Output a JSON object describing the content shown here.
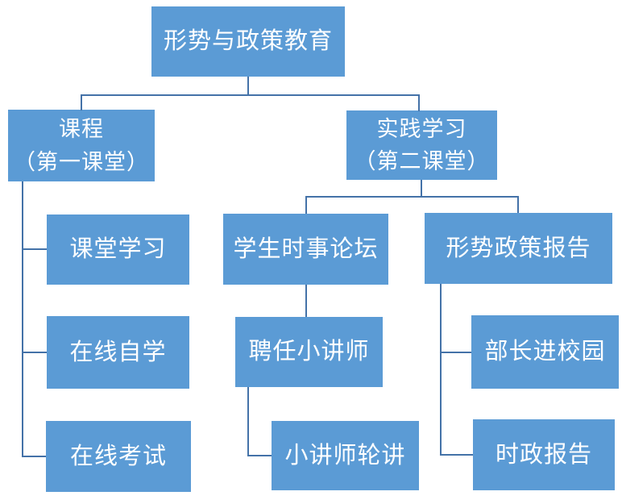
{
  "colors": {
    "box_fill": "#5B9BD5",
    "line": "#4472A8",
    "text": "#FFFFFF",
    "background": "#FFFFFF"
  },
  "nodes": {
    "root": {
      "label": "形势与政策教育"
    },
    "course": {
      "line1": "课程",
      "line2": "（第一课堂）"
    },
    "practice": {
      "line1": "实践学习",
      "line2": "（第二课堂）"
    },
    "classroom_study": {
      "label": "课堂学习"
    },
    "student_forum": {
      "label": "学生时事论坛"
    },
    "policy_report": {
      "label": "形势政策报告"
    },
    "online_selfstudy": {
      "label": "在线自学"
    },
    "hire_lecturer": {
      "label": "聘任小讲师"
    },
    "minister_campus": {
      "label": "部长进校园"
    },
    "online_exam": {
      "label": "在线考试"
    },
    "lecturer_rotation": {
      "label": "小讲师轮讲"
    },
    "politics_report": {
      "label": "时政报告"
    }
  }
}
